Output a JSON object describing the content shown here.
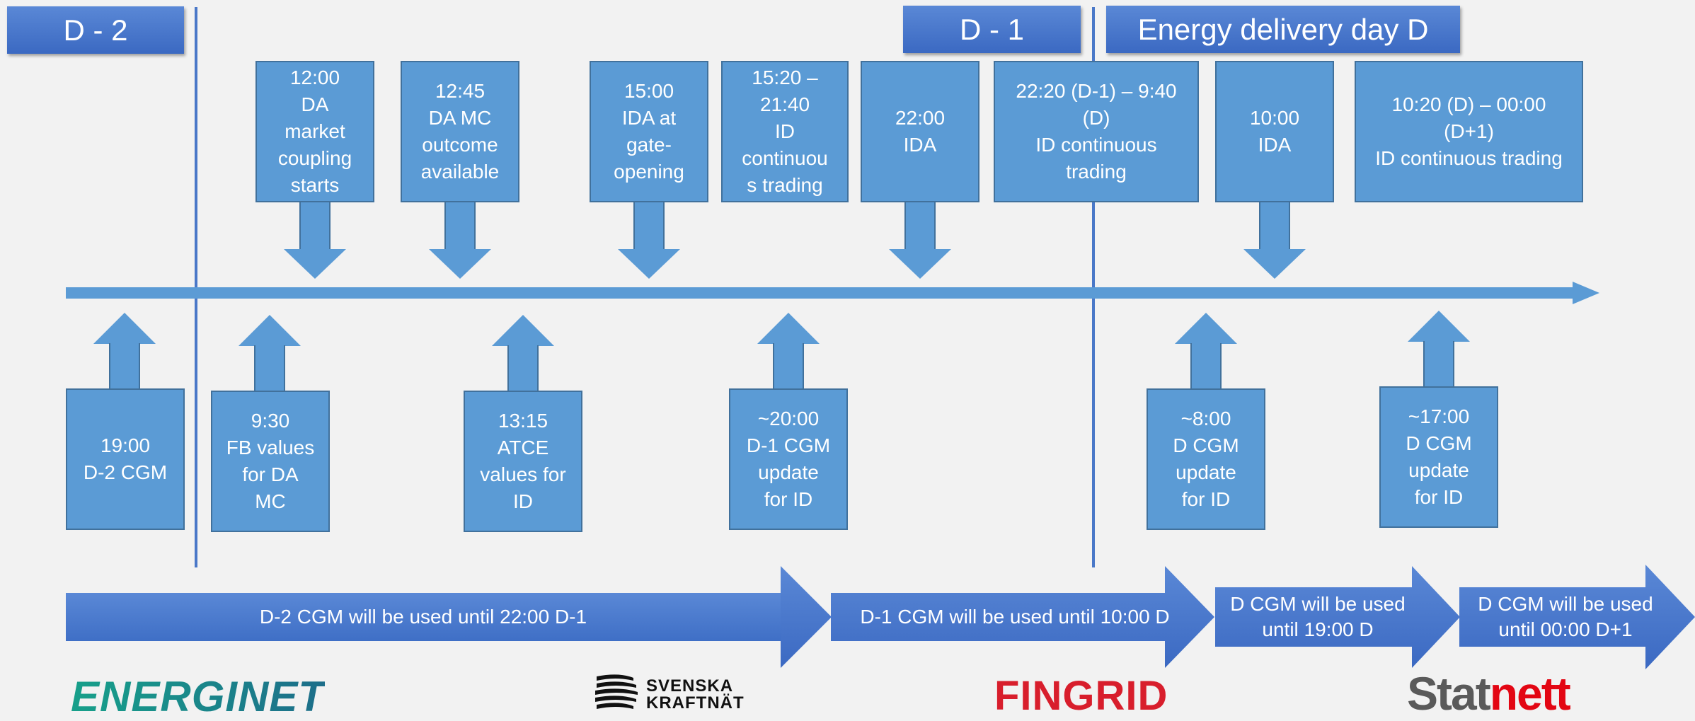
{
  "headers": {
    "d2": "D - 2",
    "d1": "D - 1",
    "d": "Energy delivery day D"
  },
  "top_boxes": [
    {
      "text": "12:00\nDA\nmarket\ncoupling\nstarts"
    },
    {
      "text": "12:45\nDA MC\noutcome\navailable"
    },
    {
      "text": "15:00\nIDA at\ngate-\nopening"
    },
    {
      "text": "15:20 –\n21:40\nID\ncontinuou\ns trading"
    },
    {
      "text": "22:00\nIDA"
    },
    {
      "text": "22:20 (D-1) – 9:40\n(D)\nID continuous\ntrading"
    },
    {
      "text": "10:00\nIDA"
    },
    {
      "text": "10:20 (D) – 00:00\n(D+1)\nID continuous trading"
    }
  ],
  "bottom_boxes": [
    {
      "text": "19:00\nD-2 CGM"
    },
    {
      "text": "9:30\nFB values\nfor DA\nMC"
    },
    {
      "text": "13:15\nATCE\nvalues for\nID"
    },
    {
      "text": "~20:00\nD-1 CGM\nupdate\nfor ID"
    },
    {
      "text": "~8:00\nD CGM\nupdate\nfor ID"
    },
    {
      "text": "~17:00\nD CGM\nupdate\nfor ID"
    }
  ],
  "banners": [
    {
      "text": "D-2 CGM will be used until 22:00 D-1"
    },
    {
      "text": "D-1 CGM will be used until 10:00 D"
    },
    {
      "text": "D CGM will be used\nuntil 19:00 D"
    },
    {
      "text": "D CGM will be used\nuntil 00:00 D+1"
    }
  ],
  "logos": {
    "energinet": "ENERGINET",
    "svk_line1": "SVENSKA",
    "svk_line2": "KRAFTNÄT",
    "fingrid": "FINGRID",
    "statnett_a": "Stat",
    "statnett_b": "nett"
  },
  "colors": {
    "box": "#5b9bd5",
    "border": "#41719c",
    "header": "#4472c4",
    "energinet": "#1a9c8c",
    "fingrid": "#d81e2c",
    "statnett_grey": "#5a5a5a",
    "statnett_red": "#e30613"
  }
}
